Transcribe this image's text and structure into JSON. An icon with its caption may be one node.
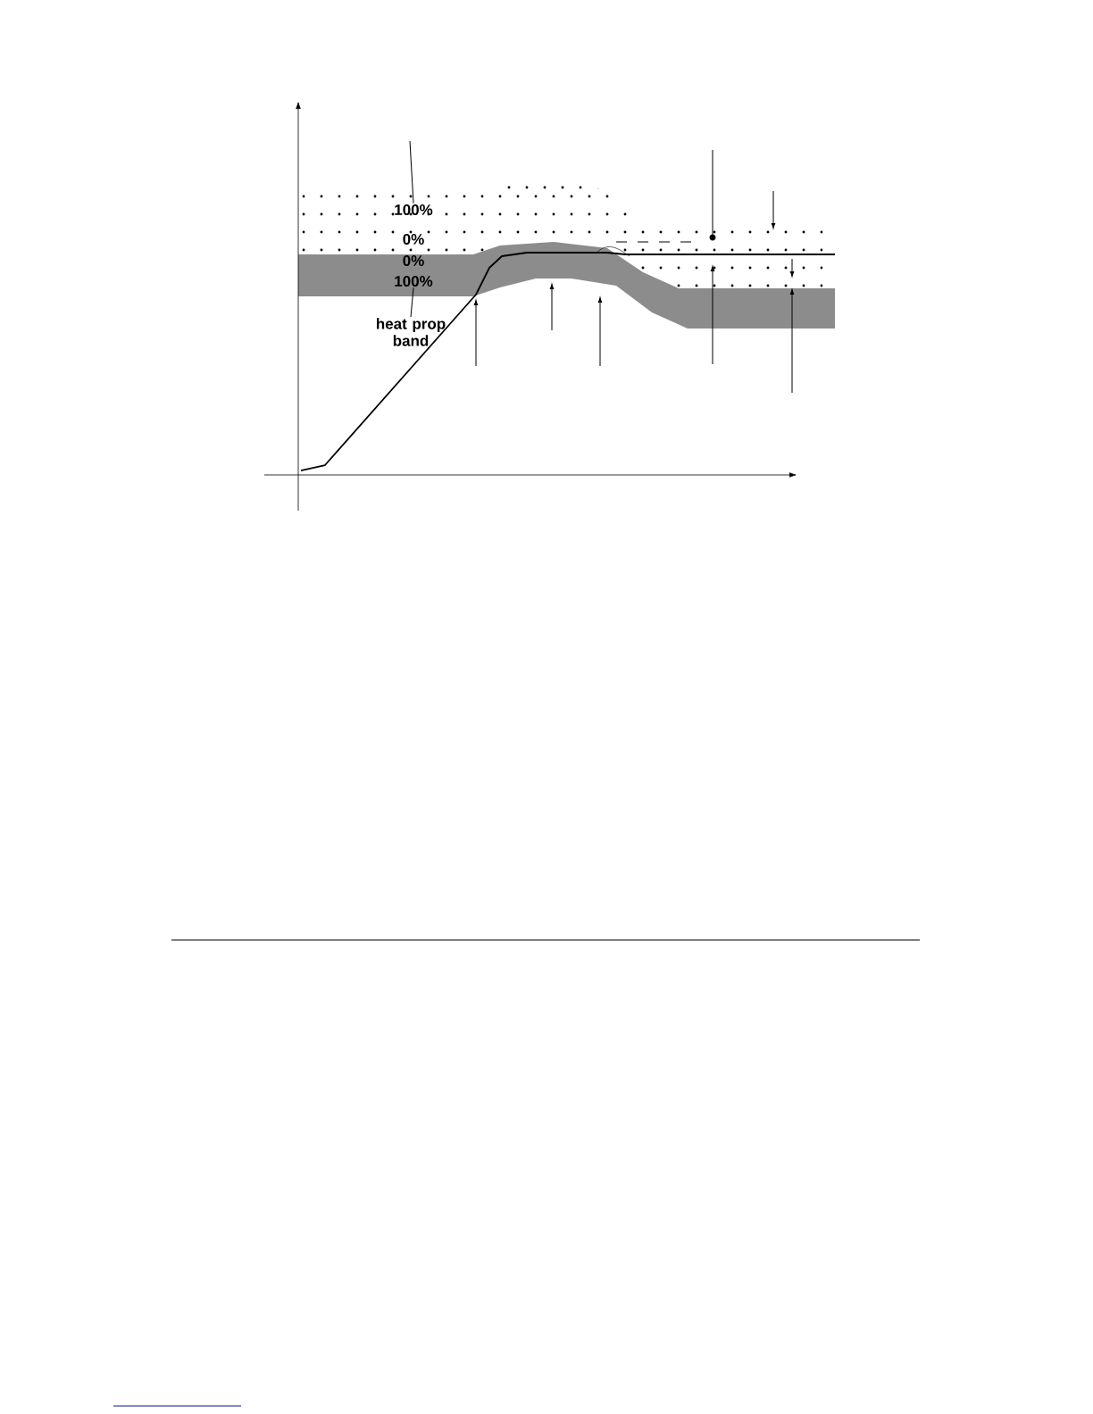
{
  "diagram": {
    "nodes": [
      {
        "text": [
          "100%"
        ]
      },
      {
        "text": [
          "0%"
        ]
      },
      {
        "text": [
          "0%"
        ]
      },
      {
        "text": [
          "100%"
        ]
      },
      {
        "text": [
          "heat prop band"
        ]
      }
    ],
    "edges": [
      {
        "from": null,
        "to": 0,
        "arrow": "none"
      },
      {
        "from": 4,
        "to": 3,
        "arrow": "none"
      }
    ]
  }
}
